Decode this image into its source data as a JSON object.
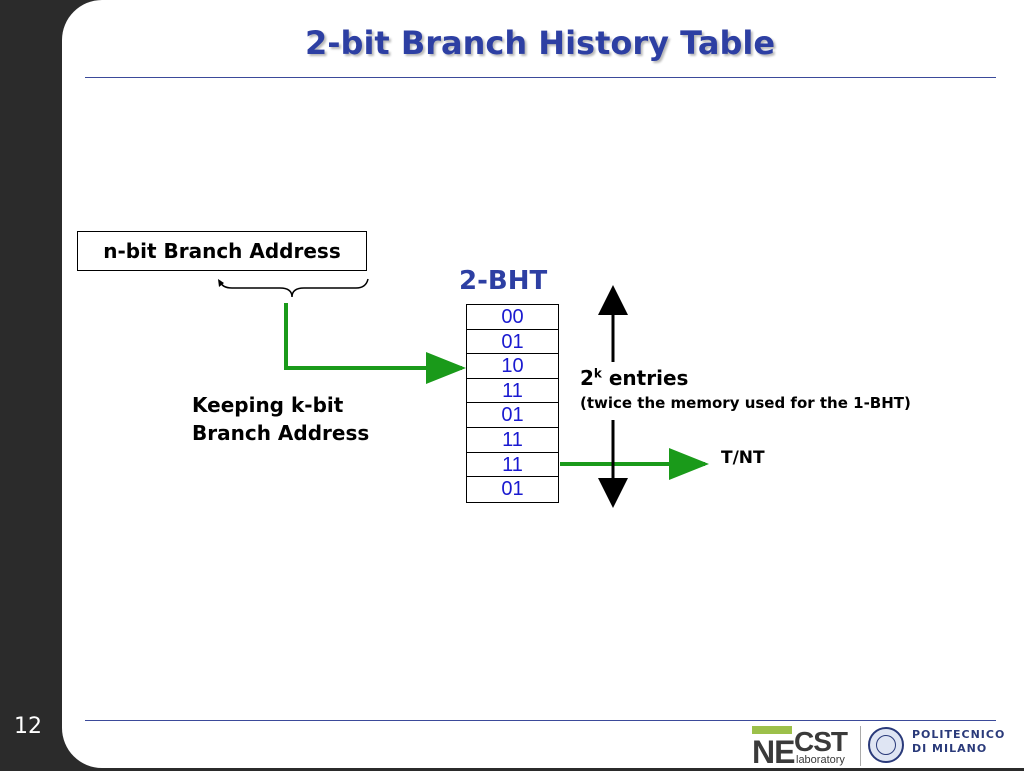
{
  "slide": {
    "page_number": "12",
    "title": "2-bit Branch History Table"
  },
  "diagram": {
    "address_box_label": "n-bit Branch Address",
    "keep_label_line1": "Keeping k-bit",
    "keep_label_line2": "Branch Address",
    "bht_label": "2-BHT",
    "bht_entries": [
      "00",
      "01",
      "10",
      "11",
      "01",
      "11",
      "11",
      "01"
    ],
    "entries_base": "2",
    "entries_exponent": "k",
    "entries_suffix": " entries",
    "entries_note": "(twice the memory used for the 1-BHT)",
    "output_label": "T/NT",
    "colors": {
      "title": "#2d3fa3",
      "bht_label": "#2d3fa3",
      "cell_text": "#1a1ad0",
      "arrow_green": "#1a9a1a"
    }
  },
  "footer": {
    "necst_ne": "NE",
    "necst_cst": "CST",
    "necst_lab": "laboratory",
    "polimi_line1": "POLITECNICO",
    "polimi_line2": "DI MILANO"
  }
}
